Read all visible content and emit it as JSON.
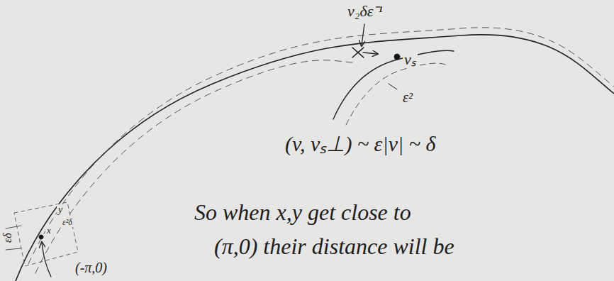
{
  "diagram": {
    "labels": [
      "v₂δε⁻¹",
      "vₛ",
      "ε²",
      "(v, vₛ⊥) ~ ε|v| ~ δ",
      "So when x,y get close to",
      "(π,0) their distance will be",
      "y",
      "ε²δ",
      "x",
      "(-π,0)",
      "εδ"
    ]
  }
}
